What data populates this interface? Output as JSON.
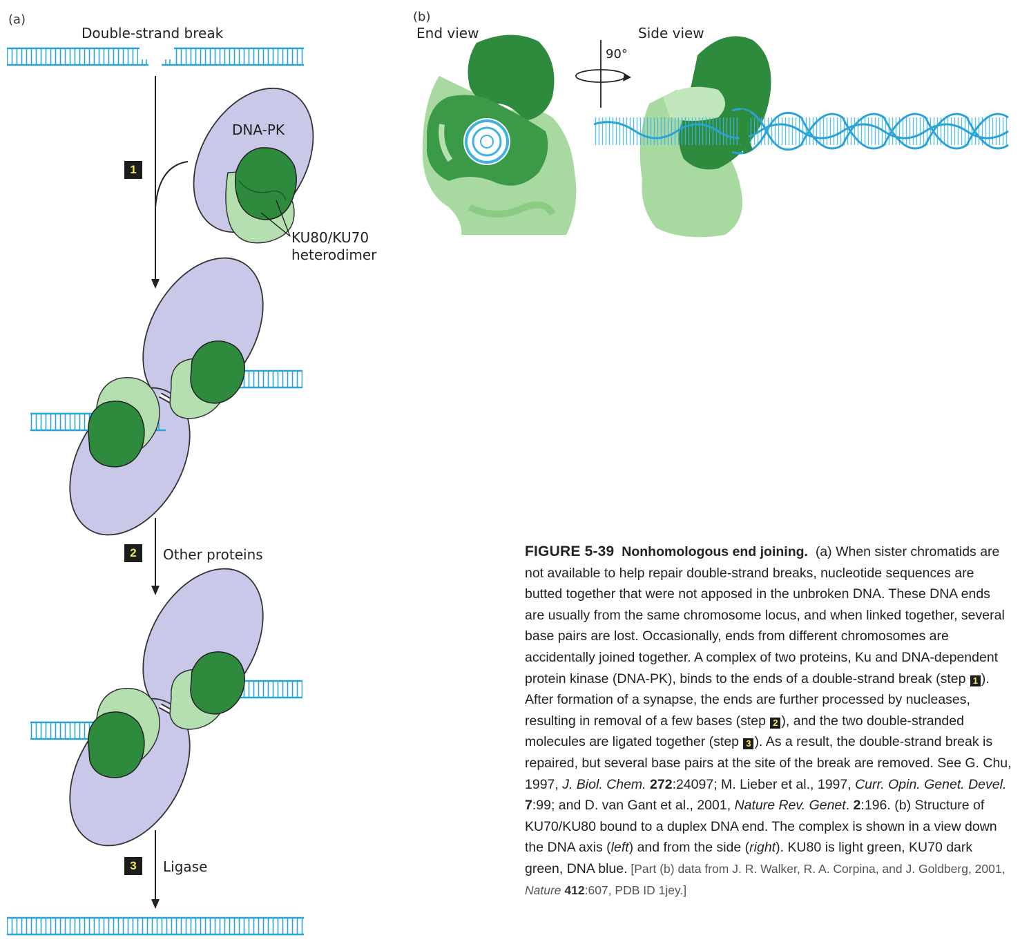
{
  "panel_a": {
    "letter": "(a)",
    "top_label": "Double-strand break",
    "dna_pk_label": "DNA-PK",
    "ku_label_line1": "KU80/KU70",
    "ku_label_line2": "heterodimer",
    "steps": [
      {
        "number": "1",
        "label": ""
      },
      {
        "number": "2",
        "label": "Other proteins"
      },
      {
        "number": "3",
        "label": "Ligase"
      }
    ]
  },
  "panel_b": {
    "letter": "(b)",
    "end_view_label": "End view",
    "side_view_label": "Side view",
    "rotation_label": "90°"
  },
  "caption": {
    "figure_number": "FIGURE 5-39",
    "title": "Nonhomologous end joining.",
    "body_1": "(a) When sister chromatids are not available to help repair double-strand breaks, nucleotide sequences are butted together that were not apposed in the unbroken DNA. These DNA ends are usually from the same chromosome locus, and when linked together, several base pairs are lost. Occasionally, ends from different chromosomes are accidentally joined together. A complex of two proteins, Ku and DNA-dependent protein kinase (DNA-PK), binds to the ends of a double-strand break (step ",
    "step1": "1",
    "body_2": "). After formation of a synapse, the ends are further processed by nucleases, resulting in removal of a few bases (step ",
    "step2": "2",
    "body_3": "), and the two double-stranded molecules are ligated together (step ",
    "step3": "3",
    "body_4": "). As a result, the double-strand break is repaired, but several base pairs at the site of the break are removed. See G. Chu, 1997, ",
    "journal_1": "J. Biol. Chem.",
    "volume_1": "272",
    "pages_1": ":24097; M. Lieber et al., 1997, ",
    "journal_2": "Curr. Opin. Genet. Devel.",
    "volume_2": "7",
    "pages_2": ":99; and D. van Gant et al., 2001, ",
    "journal_3": "Nature Rev. Genet",
    "dot_3": ". ",
    "volume_3": "2",
    "pages_3": ":196. (b) Structure of KU70/KU80 bound to a duplex DNA end. The complex is shown in a view down the DNA axis (",
    "left_word": "left",
    "mid_text": ") and from the side (",
    "right_word": "right",
    "body_5": "). KU80 is light green, KU70 dark green, DNA blue.",
    "source_1": " [Part (b) data from J. R. Walker, R. A. Corpina, and J. Goldberg, 2001, ",
    "source_journal": "Nature",
    "source_volume": "412",
    "source_2": ":607, PDB ID 1jey.]"
  },
  "colors": {
    "dna": "#2aa3d6",
    "dna_pk": "#c9c8e8",
    "ku80_light": "#b5dfb0",
    "ku70_dark": "#2e8b3e",
    "step_box": "#1c1c1c",
    "step_number": "#f2e94e"
  }
}
